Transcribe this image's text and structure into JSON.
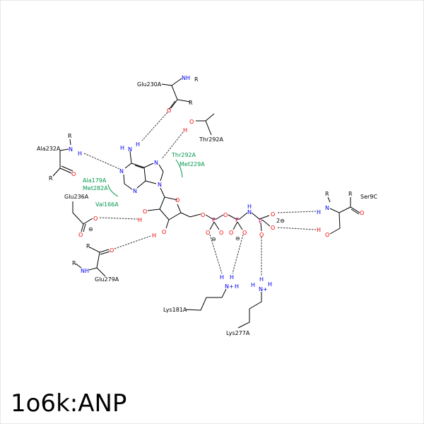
{
  "title": "1o6k:ANP",
  "residues": {
    "glu230": "Glu230A",
    "thr292": "Thr292A",
    "ala232": "Ala232A",
    "glu236": "Glu236A",
    "glu279": "Glu279A",
    "lys181": "Lys181A",
    "lys277": "Lys277A",
    "ser9": "Ser9C"
  },
  "hydrophobic": [
    "Thr292A",
    "Met229A",
    "Ala179A",
    "Met282A",
    "Val166A"
  ],
  "atoms": {
    "N": "N",
    "O": "O",
    "H": "H",
    "P": "P",
    "R": "R",
    "NH": "NH",
    "Nplus": "N+",
    "minus": "⊖",
    "dminus": "2⊖"
  },
  "colors": {
    "nitrogen": "#0000ee",
    "oxygen": "#ee0000",
    "phosphorus": "#e0107a",
    "hydrophobic": "#00984a"
  }
}
